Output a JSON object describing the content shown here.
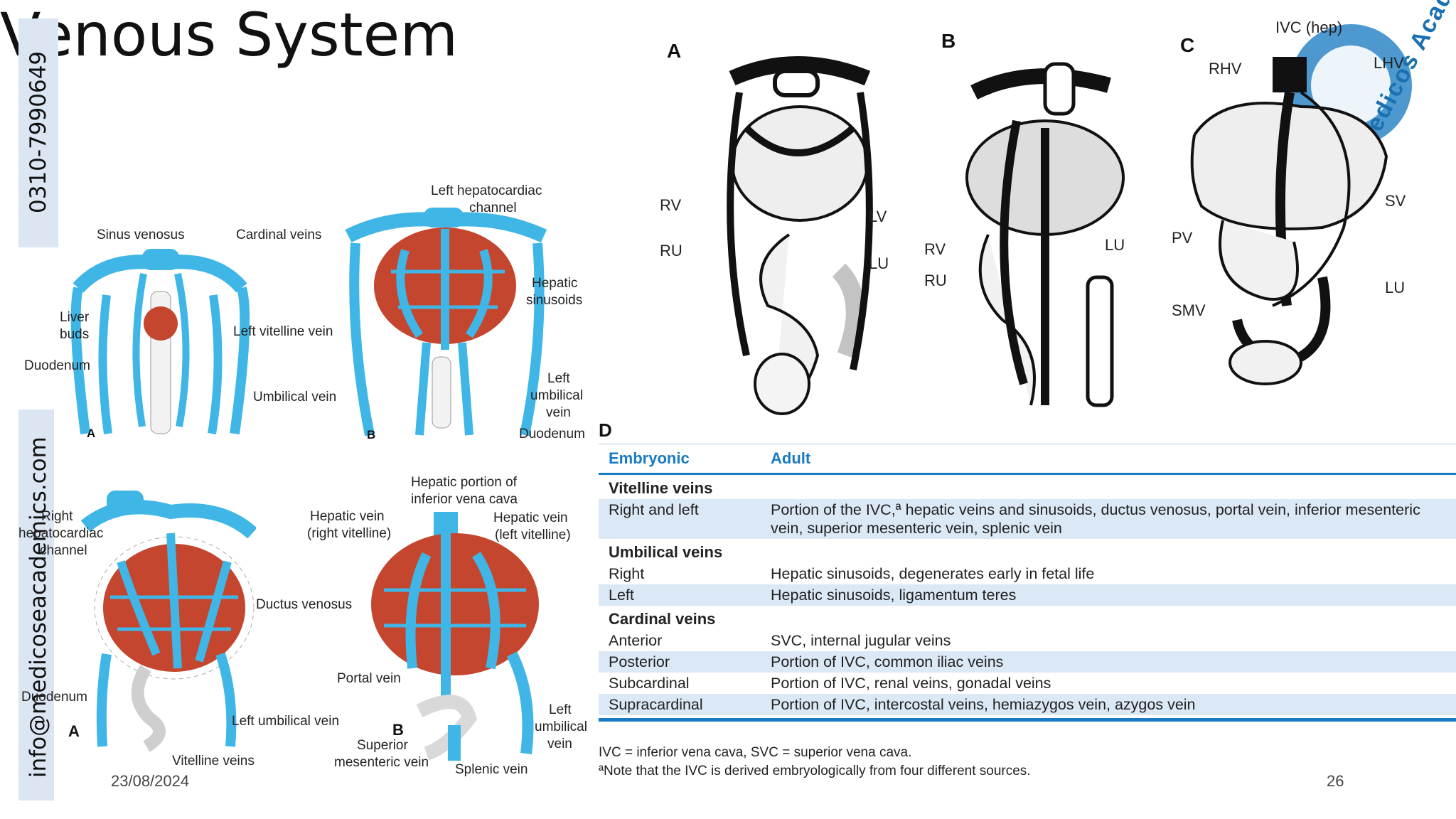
{
  "slide": {
    "title": "Venous System",
    "phone": "0310-7990649",
    "email": "info@medicoseacademics.com",
    "date": "23/08/2024",
    "page": "26",
    "logo_text": "Medicos Academics"
  },
  "colors": {
    "vein_blue": "#3fb6e6",
    "sinusoid_red": "#c4462f",
    "table_blue": "#1a7bc1",
    "row_shade": "#dbe8f5",
    "side_tab": "#dbe6f2"
  },
  "fig_top_left": {
    "panel": "A",
    "labels": {
      "sinus": "Sinus venosus",
      "cardinal": "Cardinal veins",
      "liver1": "Liver",
      "liver2": "buds",
      "vitelline": "Left vitelline vein",
      "duodenum": "Duodenum",
      "umbilical": "Umbilical vein"
    }
  },
  "fig_top_right": {
    "panel": "B",
    "labels": {
      "hc1": "Left hepatocardiac",
      "hc2": "channel",
      "hs1": "Hepatic",
      "hs2": "sinusoids",
      "lu1": "Left",
      "lu2": "umbilical",
      "lu3": "vein",
      "duodenum": "Duodenum"
    }
  },
  "fig_bottom_left": {
    "panel": "A",
    "labels": {
      "rh1": "Right",
      "rh2": "hepatocardiac",
      "rh3": "channel",
      "ductus": "Ductus venosus",
      "duodenum": "Duodenum",
      "lumb": "Left umbilical vein",
      "vit": "Vitelline veins"
    }
  },
  "fig_bottom_right": {
    "panel": "B",
    "labels": {
      "hp1": "Hepatic portion of",
      "hp2": "inferior vena cava",
      "hvr1": "Hepatic vein",
      "hvr2": "(right vitelline)",
      "hvl1": "Hepatic vein",
      "hvl2": "(left vitelline)",
      "portal": "Portal vein",
      "sm1": "Superior",
      "sm2": "mesenteric vein",
      "splenic": "Splenic vein",
      "lu1": "Left",
      "lu2": "umbilical",
      "lu3": "vein"
    }
  },
  "fig_bw": {
    "panels": [
      "A",
      "B",
      "C",
      "D"
    ],
    "a": {
      "rv": "RV",
      "ru": "RU",
      "lv": "LV",
      "lu": "LU"
    },
    "b": {
      "rv": "RV",
      "ru": "RU",
      "lu": "LU"
    },
    "c": {
      "ivc": "IVC (hep)",
      "rhv": "RHV",
      "lhv": "LHV",
      "sv": "SV",
      "pv": "PV",
      "smv": "SMV",
      "lu": "LU"
    }
  },
  "table": {
    "headers": [
      "Embryonic",
      "Adult"
    ],
    "rows": [
      {
        "type": "section",
        "label": "Vitelline veins"
      },
      {
        "type": "row",
        "shade": true,
        "label": "Right and left",
        "value": "Portion of the IVC,ª hepatic veins and sinusoids, ductus venosus, portal vein, inferior mesenteric vein, superior mesenteric vein, splenic vein"
      },
      {
        "type": "section",
        "label": "Umbilical veins"
      },
      {
        "type": "row",
        "shade": false,
        "label": "Right",
        "value": "Hepatic sinusoids, degenerates early in fetal life"
      },
      {
        "type": "row",
        "shade": true,
        "label": "Left",
        "value": "Hepatic sinusoids, ligamentum teres"
      },
      {
        "type": "section",
        "label": "Cardinal veins"
      },
      {
        "type": "row",
        "shade": false,
        "label": "Anterior",
        "value": "SVC, internal jugular veins"
      },
      {
        "type": "row",
        "shade": true,
        "label": "Posterior",
        "value": "Portion of IVC, common iliac veins"
      },
      {
        "type": "row",
        "shade": false,
        "label": "Subcardinal",
        "value": "Portion of IVC, renal veins, gonadal veins"
      },
      {
        "type": "row",
        "shade": true,
        "label": "Supracardinal",
        "value": "Portion of IVC, intercostal veins, hemiazygos vein, azygos vein"
      }
    ],
    "footnote1": "IVC = inferior vena cava, SVC = superior vena cava.",
    "footnote2": "ªNote that the IVC is derived embryologically from four different sources."
  }
}
